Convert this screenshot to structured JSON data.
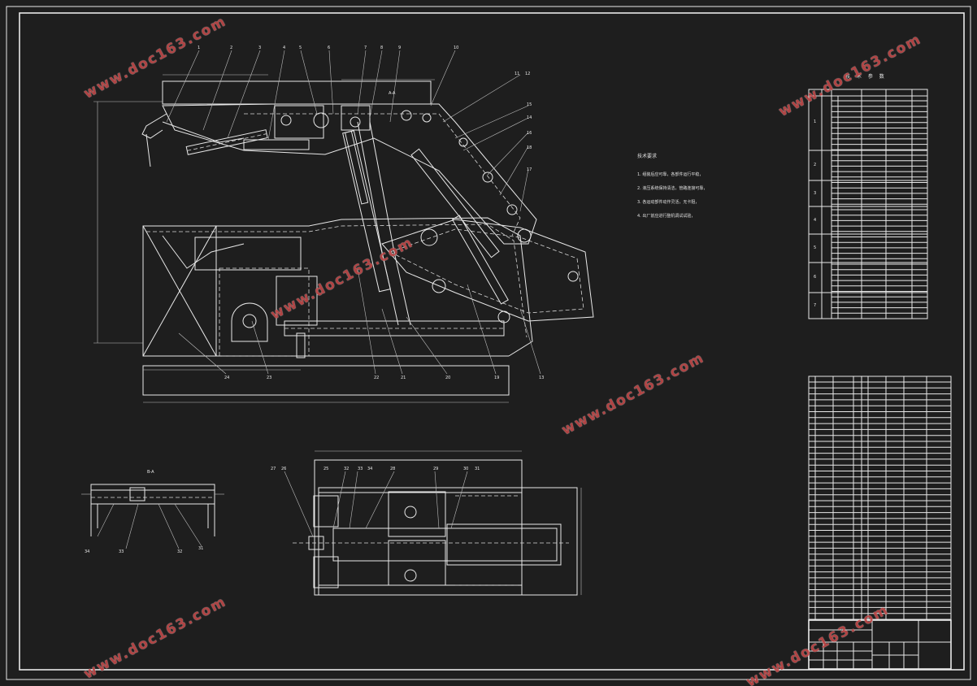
{
  "drawing": {
    "params_title": "技 术 参 数",
    "notes_title": "技术要求",
    "notes": [
      "1. 组装后应可靠，各部件运行平稳，",
      "2. 液压系统保持清洁，管路连接可靠，",
      "3. 各运动部件动作灵活，无卡阻，",
      "4. 出厂前应进行整机调试试验，"
    ],
    "section_label": "B-A",
    "view_label": "A-A",
    "row_groups": [
      "1",
      "2",
      "3",
      "4",
      "5",
      "6",
      "7"
    ],
    "callouts_top": [
      "1",
      "2",
      "3",
      "4",
      "5",
      "6",
      "7",
      "8",
      "9",
      "10",
      "11",
      "12"
    ],
    "callouts_right": [
      "15",
      "16",
      "17",
      "18"
    ],
    "callouts_bottom": [
      "19",
      "20",
      "21",
      "22",
      "23",
      "24"
    ]
  },
  "watermark": "www.doc163.com",
  "colors": {
    "background": "#1e1e1e",
    "lines": "#e8e8e8",
    "watermark": "#c04848"
  }
}
